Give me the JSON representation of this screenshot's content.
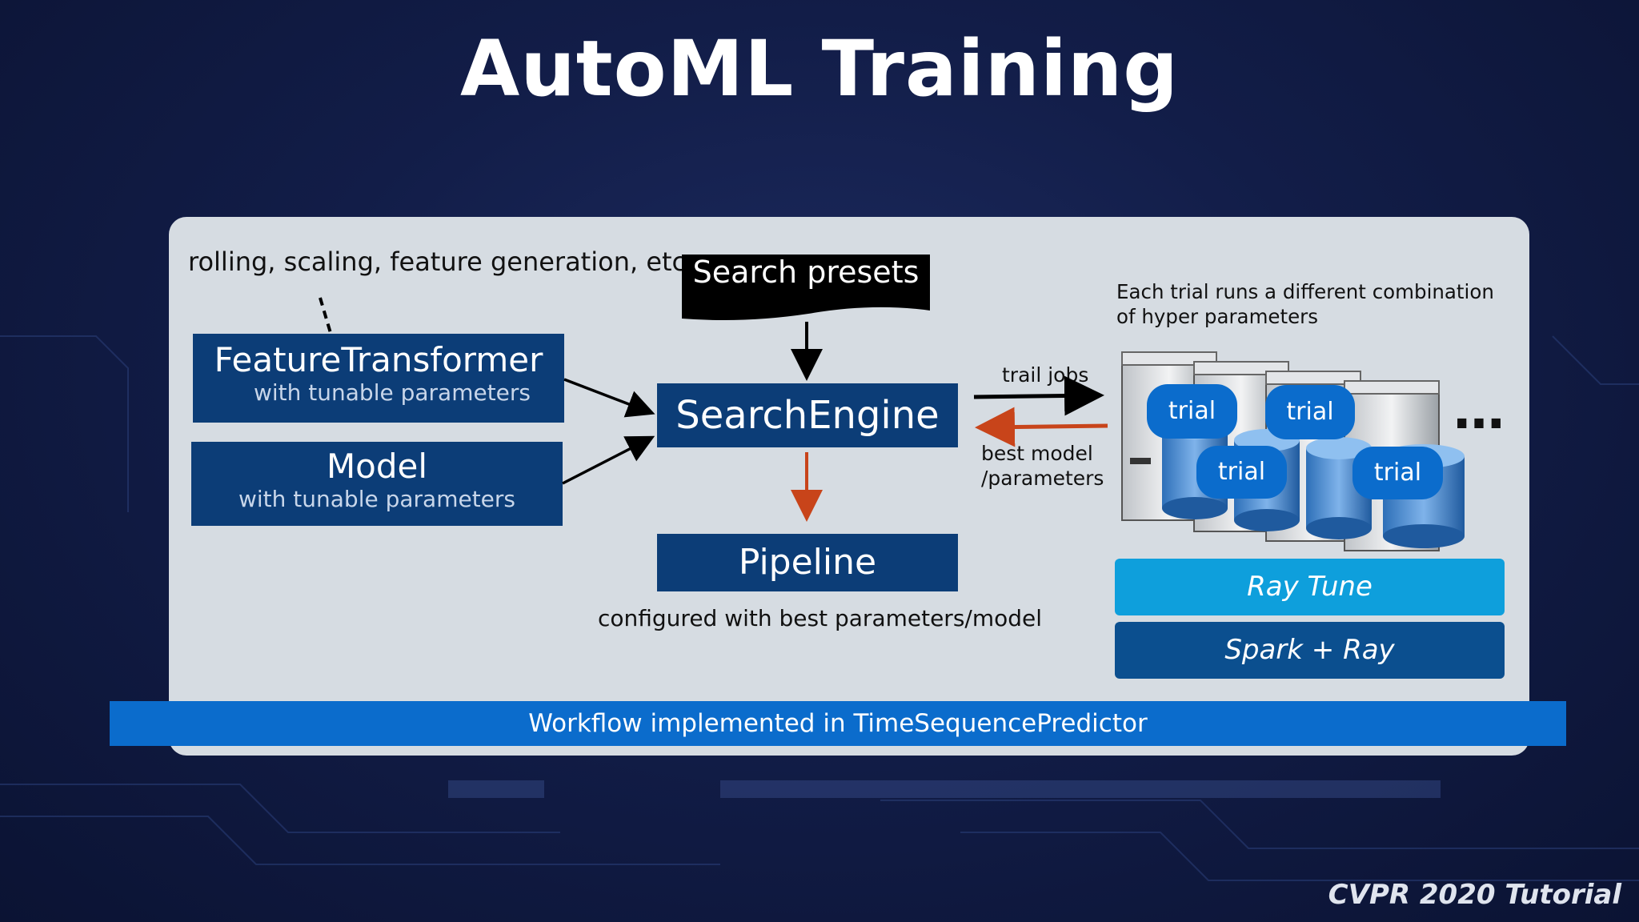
{
  "slide": {
    "title": "AutoML Training",
    "footer": "CVPR 2020 Tutorial"
  },
  "diagram": {
    "transform_note": "rolling, scaling, feature generation, etc.",
    "feature_transformer": {
      "label": "FeatureTransformer",
      "sublabel": "with tunable parameters"
    },
    "model": {
      "label": "Model",
      "sublabel": "with tunable parameters"
    },
    "search_presets": "Search presets",
    "search_engine": "SearchEngine",
    "pipeline": {
      "label": "Pipeline",
      "caption": "configured with best parameters/model"
    },
    "trial_jobs_label": "trail jobs",
    "best_model_label_1": "best model",
    "best_model_label_2": "/parameters",
    "trials_note": "Each trial runs a different combination of hyper parameters",
    "trials": [
      "trial",
      "trial",
      "trial",
      "trial"
    ],
    "ellipsis": "…",
    "ray_tune": "Ray Tune",
    "spark_ray": "Spark + Ray",
    "workflow_bar": "Workflow implemented in TimeSequencePredictor"
  },
  "colors": {
    "box_navy": "#0c3d77",
    "arrow_black": "#000000",
    "arrow_orange": "#c8441a",
    "ray_tune": "#0e9fdc",
    "spark_ray": "#0b4f8f",
    "workflow_bar": "#0b6ccc"
  }
}
